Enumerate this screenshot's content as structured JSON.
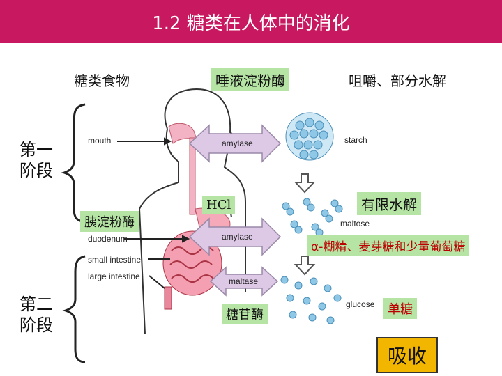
{
  "title": "1.2 糖类在人体中的消化",
  "top_labels": {
    "food": "糖类食物",
    "saliva_enzyme": "唾液淀粉酶",
    "chewing": "咀嚼、部分水解"
  },
  "stages": {
    "first": [
      "第一",
      "阶段"
    ],
    "second": [
      "第二",
      "阶段"
    ]
  },
  "diagram_labels": {
    "mouth": "mouth",
    "duodenum": "duodenum",
    "small_intestine": "small intestine",
    "large_intestine": "large intestine",
    "amylase_top": "amylase",
    "amylase_mid": "amylase",
    "maltase": "maltase",
    "starch": "starch",
    "maltose": "maltose",
    "glucose": "glucose"
  },
  "annotations": {
    "hcl": "HCl",
    "pancreatic_amylase": "胰淀粉酶",
    "limited_hydrolysis": "有限水解",
    "products": "α-糊精、麦芽糖和少量葡萄糖",
    "glycosidase": "糖苷酶",
    "monosaccharide": "单糖",
    "absorption": "吸收"
  },
  "colors": {
    "title_bg": "#c8185f",
    "label_green": "#b6e4a5",
    "absorb_bg": "#f2b600",
    "arrow_fill": "#ddc9e6",
    "body_outline": "#333333",
    "esophagus": "#f3b3c4",
    "molecule": "#8fc7e6"
  }
}
